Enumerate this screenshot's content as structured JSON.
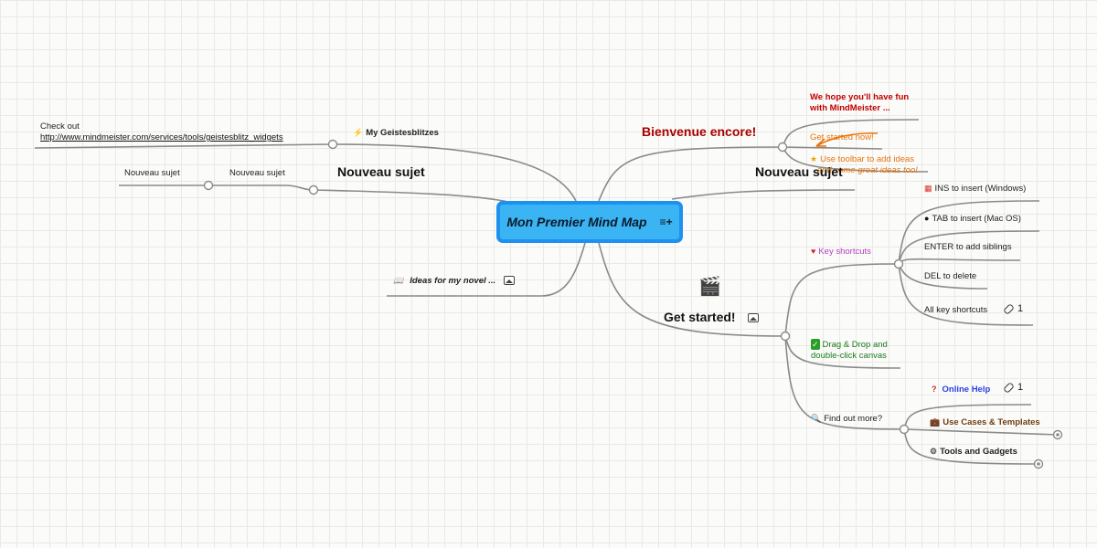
{
  "root": {
    "title": "Mon Premier Mind Map",
    "note_icon": "note-icon"
  },
  "left": {
    "geistesblitz": {
      "label": "My Geistesblitzes",
      "icon": "lightning-icon"
    },
    "check_out": {
      "line1": "Check out",
      "link": "http://www.mindmeister.com/services/tools/geistesblitz_widgets"
    },
    "nouveau_main": "Nouveau sujet",
    "nouveau_child": "Nouveau sujet",
    "nouveau_grandchild": "Nouveau sujet",
    "ideas": {
      "label": "Ideas for my novel ...",
      "icon": "book-icon"
    }
  },
  "right": {
    "bienvenue": "Bienvenue encore!",
    "hope": "We hope you'll have fun with MindMeister ...",
    "get_started_now": "Get started now!",
    "toolbar": {
      "line1": "Use toolbar to add ideas",
      "line2": "and some great ideas too!",
      "icon": "star-icon"
    },
    "nouveau": "Nouveau sujet",
    "get_started": {
      "label": "Get started!",
      "icon": "clapperboard-icon"
    },
    "key_shortcuts": {
      "label": "Key shortcuts",
      "icon": "heart-icon"
    },
    "shortcuts": [
      {
        "label": "INS to insert (Windows)",
        "icon": "windows-icon"
      },
      {
        "label": "TAB to insert (Mac OS)",
        "icon": "apple-icon"
      },
      {
        "label": "ENTER to add siblings"
      },
      {
        "label": "DEL to delete"
      },
      {
        "label": "All key shortcuts",
        "link_count": "1"
      }
    ],
    "drag_drop": {
      "line1": "Drag & Drop and",
      "line2": "double-click canvas",
      "icon": "checkbox-icon"
    },
    "find_out": {
      "label": "Find out more?",
      "icon": "magnifier-icon"
    },
    "online_help": {
      "label": "Online Help",
      "icon": "question-icon",
      "link_count": "1"
    },
    "use_cases": {
      "label": "Use Cases & Templates",
      "icon": "briefcase-icon"
    },
    "tools": {
      "label": "Tools and Gadgets",
      "icon": "gear-icon"
    }
  },
  "colors": {
    "root_fill": "#3ab4f2",
    "root_border": "#1e90f0",
    "bienvenue": "#a80000",
    "hope": "#c00000",
    "orange": "#e8730c",
    "purple": "#b23ec0",
    "green": "#1c7a1c",
    "help_blue": "#2a3ee8",
    "brown": "#6e3c12",
    "connector": "#8a8a8a"
  }
}
